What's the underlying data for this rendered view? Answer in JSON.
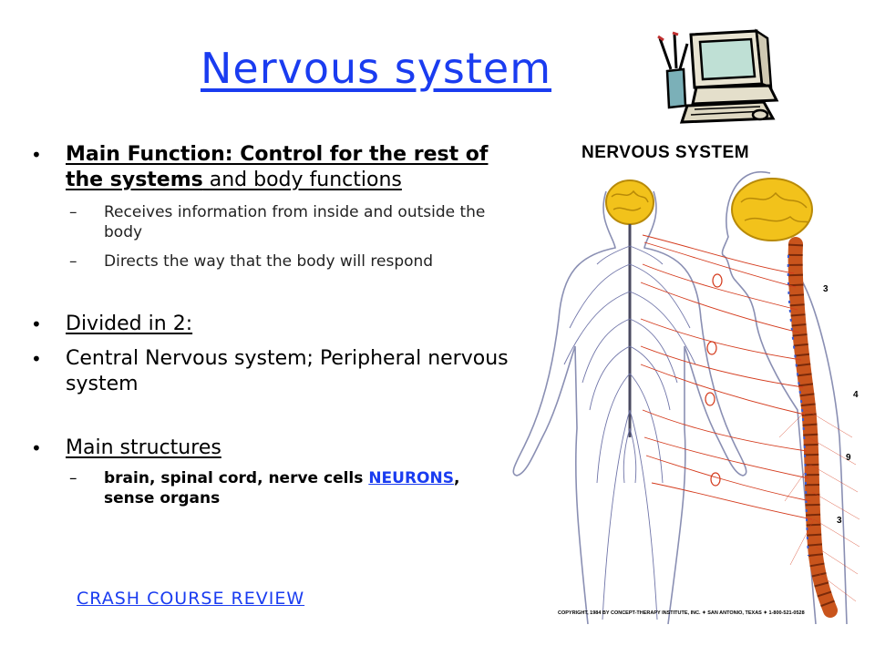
{
  "slide": {
    "title": "Nervous system",
    "bullets": {
      "b1_bold": "Main Function: Control for the rest of the systems",
      "b1_rest": " and body functions",
      "b1_sub1": "Receives information from inside and outside the body",
      "b1_sub2": "Directs the way that the body will respond",
      "b2": "Divided in  2:",
      "b3": "Central Nervous system; Peripheral nervous system",
      "b4": "Main structures",
      "b4_sub_a": "brain, spinal cord, nerve cells",
      "b4_sub_link": "NEURONS",
      "b4_sub_b": ", sense organs"
    },
    "crash_link": "CRASH COURSE REVIEW",
    "figure": {
      "title": "NERVOUS SYSTEM",
      "vertebra_labels": [
        "3",
        "4",
        "9",
        "3"
      ],
      "copyright": "COPYRIGHT, 1984 BY CONCEPT-THERAPY INSTITUTE, INC.  ✦  SAN ANTONIO, TEXAS  ✦  1-800-521-0528"
    },
    "colors": {
      "link": "#1a3cf0",
      "nerve": "#d43a1c",
      "brain": "#f2c21b",
      "spine": "#c9541c"
    }
  }
}
